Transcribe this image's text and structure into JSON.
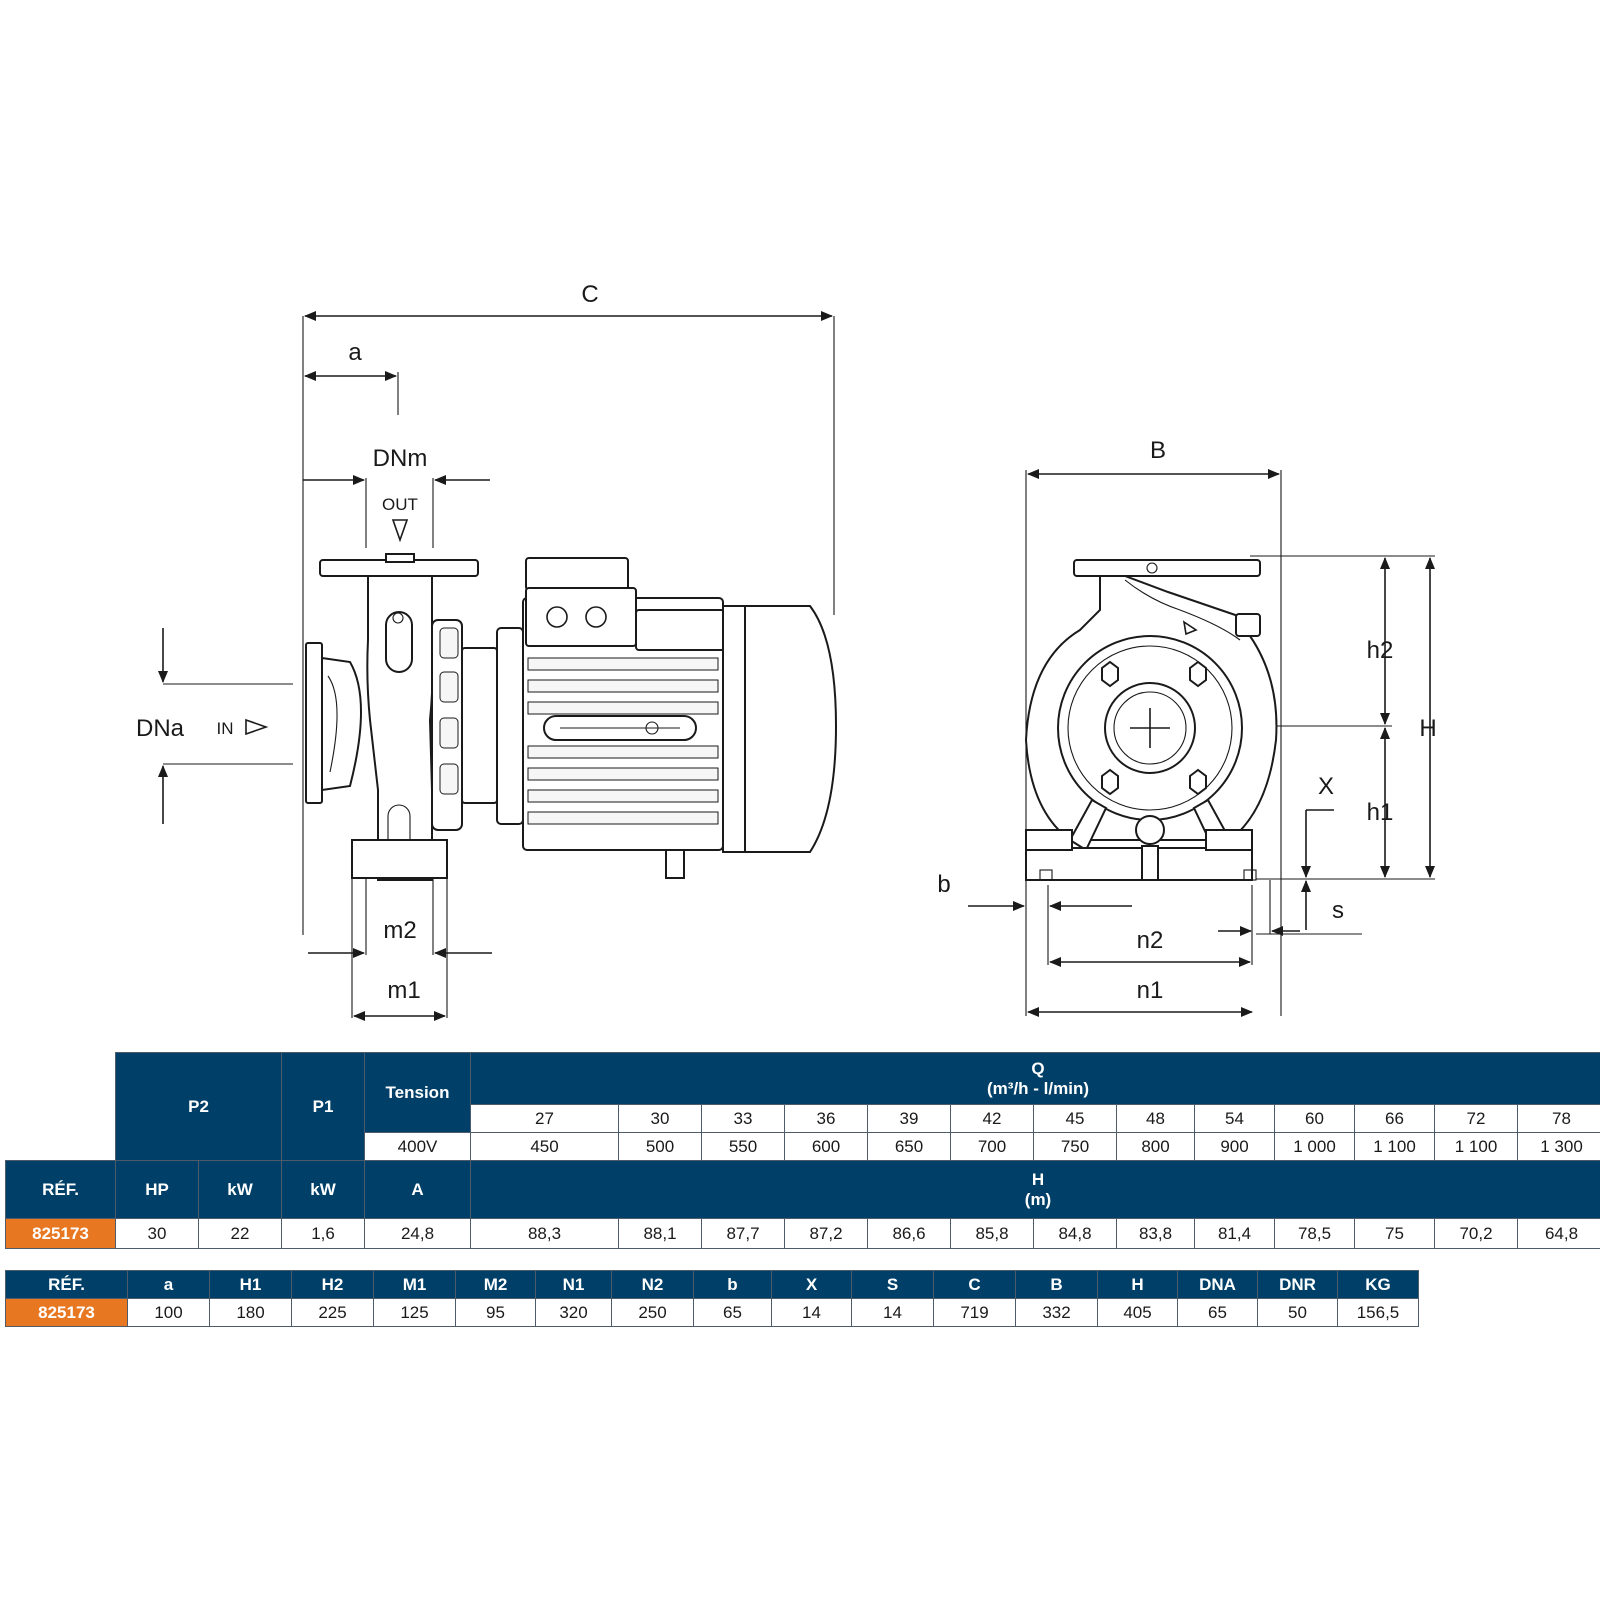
{
  "drawing": {
    "labels": {
      "C": "C",
      "a": "a",
      "DNm": "DNm",
      "OUT": "OUT",
      "DNa": "DNa",
      "IN": "IN",
      "m2": "m2",
      "m1": "m1",
      "B": "B",
      "h2": "h2",
      "H": "H",
      "h1": "h1",
      "X": "X",
      "b": "b",
      "s": "s",
      "n2": "n2",
      "n1": "n1"
    }
  },
  "performance_table": {
    "headers": {
      "ref": "RÉF.",
      "p2": "P2",
      "p1": "P1",
      "tension": "Tension",
      "voltage": "400V",
      "q_title": "Q",
      "q_units": "(m³/h - l/min)",
      "hp": "HP",
      "kw": "kW",
      "kw_p1": "kW",
      "amps": "A",
      "h_title": "H",
      "h_units": "(m)"
    },
    "q_m3h": [
      "27",
      "30",
      "33",
      "36",
      "39",
      "42",
      "45",
      "48",
      "54",
      "60",
      "66",
      "72",
      "78"
    ],
    "q_lmin": [
      "450",
      "500",
      "550",
      "600",
      "650",
      "700",
      "750",
      "800",
      "900",
      "1 000",
      "1 100",
      "1 100",
      "1 300"
    ],
    "row": {
      "ref": "825173",
      "hp": "30",
      "kw": "22",
      "p1_kw": "1,6",
      "amps": "24,8",
      "heads": [
        "88,3",
        "88,1",
        "87,7",
        "87,2",
        "86,6",
        "85,8",
        "84,8",
        "83,8",
        "81,4",
        "78,5",
        "75",
        "70,2",
        "64,8"
      ]
    }
  },
  "dimensions_table": {
    "headers": [
      "RÉF.",
      "a",
      "H1",
      "H2",
      "M1",
      "M2",
      "N1",
      "N2",
      "b",
      "X",
      "S",
      "C",
      "B",
      "H",
      "DNA",
      "DNR",
      "KG"
    ],
    "row": [
      "825173",
      "100",
      "180",
      "225",
      "125",
      "95",
      "320",
      "250",
      "65",
      "14",
      "14",
      "719",
      "332",
      "405",
      "65",
      "50",
      "156,5"
    ]
  },
  "colors": {
    "header": "#004068",
    "ref": "#e87722",
    "line": "#1a1a1a"
  }
}
